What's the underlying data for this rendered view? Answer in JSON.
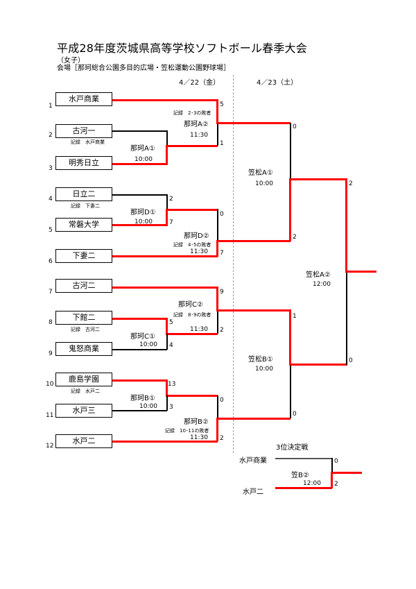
{
  "header": {
    "title": "平成28年度茨城県高等学校ソフトボール春季大会",
    "division": "（女子）",
    "venue": "会場［那珂総合公園多目的広場・笠松運動公園野球場］"
  },
  "dates": {
    "day1": "4／22（金）",
    "day2": "4／23（土）"
  },
  "teams": [
    {
      "seed": "1",
      "name": "水戸商業"
    },
    {
      "seed": "2",
      "name": "古河一",
      "record": "記録　水戸商業"
    },
    {
      "seed": "3",
      "name": "明秀日立"
    },
    {
      "seed": "4",
      "name": "日立二",
      "record": "記録　下妻二"
    },
    {
      "seed": "5",
      "name": "常磐大学"
    },
    {
      "seed": "6",
      "name": "下妻二"
    },
    {
      "seed": "7",
      "name": "古河二"
    },
    {
      "seed": "8",
      "name": "下館二",
      "record": "記録　古河二"
    },
    {
      "seed": "9",
      "name": "鬼怒商業"
    },
    {
      "seed": "10",
      "name": "鹿島学園",
      "record": "記録　水戸二"
    },
    {
      "seed": "11",
      "name": "水戸三"
    },
    {
      "seed": "12",
      "name": "水戸二"
    }
  ],
  "matches": {
    "nakaA1": {
      "venue": "那珂A①",
      "time": "10:00",
      "score_top": "",
      "score_bottom": ""
    },
    "nakaA2": {
      "venue": "那珂A②",
      "time": "11:30",
      "record": "記録　2･3の敗者",
      "score_top": "5",
      "score_bottom": "1"
    },
    "nakaD1": {
      "venue": "那珂D①",
      "time": "10:00",
      "score_top": "2",
      "score_bottom": "7"
    },
    "nakaD2": {
      "venue": "那珂D②",
      "time": "11:30",
      "record": "記録　4･5の敗者",
      "score_top": "0",
      "score_bottom": "7"
    },
    "nakaC1": {
      "venue": "那珂C①",
      "time": "10:00",
      "score_top": "5",
      "score_bottom": "4"
    },
    "nakaC2": {
      "venue": "那珂C②",
      "time": "11:30",
      "record": "記録　8･9の敗者",
      "score_top": "9",
      "score_bottom": "2"
    },
    "nakaB1": {
      "venue": "那珂B①",
      "time": "10:00",
      "score_top": "13",
      "score_bottom": "3"
    },
    "nakaB2": {
      "venue": "那珂B②",
      "time": "11:30",
      "record": "記録　10･11の敗者",
      "score_top": "0",
      "score_bottom": "2"
    },
    "kasaA1": {
      "venue": "笠松A①",
      "time": "10:00",
      "score_top": "0",
      "score_bottom": "2"
    },
    "kasaB1": {
      "venue": "笠松B①",
      "time": "10:00",
      "score_top": "1",
      "score_bottom": "0"
    },
    "kasaA2": {
      "venue": "笠松A②",
      "time": "12:00",
      "score_top": "2",
      "score_bottom": "0"
    },
    "third": {
      "title": "3位決定戦",
      "venue": "笠B②",
      "time": "12:00",
      "team_top": "水戸商業",
      "team_bottom": "水戸二",
      "score_top": "0",
      "score_bottom": "2"
    }
  },
  "colors": {
    "winner_line": "#ff0000",
    "line": "#000000"
  }
}
